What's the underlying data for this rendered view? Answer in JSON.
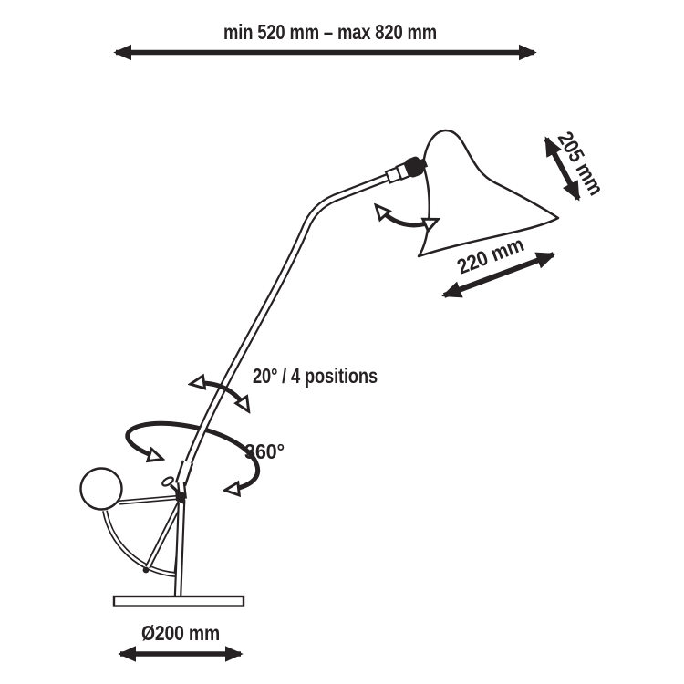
{
  "diagram": {
    "type": "product-dimension-diagram",
    "subject": "articulated table lamp with counterweight base",
    "colors": {
      "ink": "#262223",
      "background": "#ffffff"
    },
    "labels": {
      "overall_reach": "min 520 mm – max 820 mm",
      "shade_height": "205 mm",
      "shade_width": "220 mm",
      "arm_tilt": "20° / 4 positions",
      "base_rotation": "360°",
      "base_diameter": "Ø200 mm"
    },
    "annotations": [
      {
        "name": "overall-reach-dimension",
        "value": "min 520 mm – max 820 mm",
        "direction": "horizontal",
        "position": "top"
      },
      {
        "name": "shade-height-dimension",
        "value": "205 mm",
        "direction": "diagonal",
        "position": "upper-right"
      },
      {
        "name": "shade-width-dimension",
        "value": "220 mm",
        "direction": "diagonal",
        "position": "right"
      },
      {
        "name": "arm-tilt-annotation",
        "value": "20° / 4 positions",
        "arrow": "double-curved-arc"
      },
      {
        "name": "base-rotation-annotation",
        "value": "360°",
        "arrow": "elliptical-loop"
      },
      {
        "name": "base-diameter-dimension",
        "value": "Ø200 mm",
        "direction": "horizontal",
        "position": "bottom"
      }
    ]
  }
}
